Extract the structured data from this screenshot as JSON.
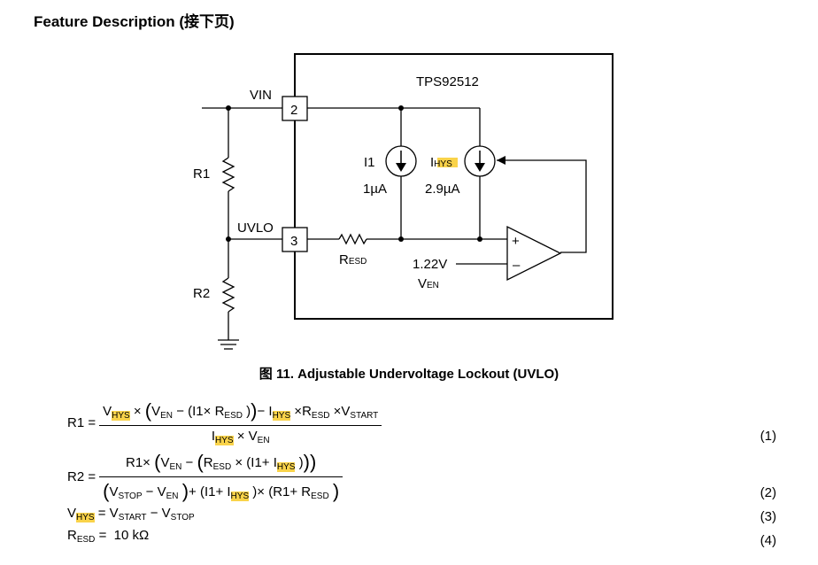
{
  "section_title": "Feature Description (接下页)",
  "diagram": {
    "chip_label": "TPS92512",
    "pin2_label": "VIN",
    "pin2_number": "2",
    "pin3_label": "UVLO",
    "pin3_number": "3",
    "r1_label": "R1",
    "r2_label": "R2",
    "i1_label": "I1",
    "i1_value": "1µA",
    "ihys_label_main": "I",
    "ihys_label_sub": "HYS",
    "ihys_value": "2.9µA",
    "resd_main": "R",
    "resd_sub": "ESD",
    "vref_value": "1.22V",
    "ven_main": "V",
    "ven_sub": "EN",
    "plus_sign": "+",
    "minus_sign": "–"
  },
  "figure_caption": "图 11.  Adjustable Undervoltage Lockout (UVLO)",
  "equation_numbers": [
    "(1)",
    "(2)",
    "(3)",
    "(4)"
  ],
  "colors": {
    "highlight": "#f9d34a",
    "line": "#000000"
  }
}
